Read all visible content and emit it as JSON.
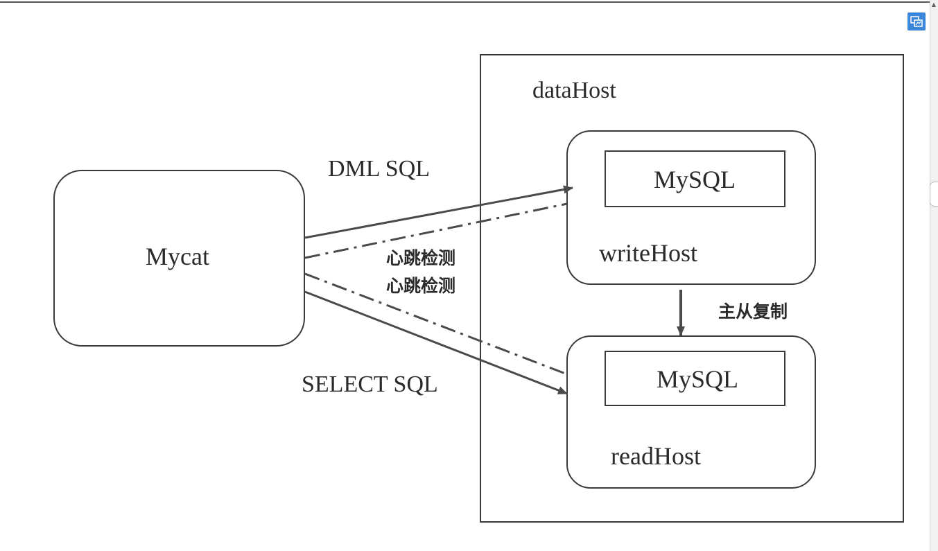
{
  "diagram": {
    "nodes": {
      "mycat": {
        "label": "Mycat"
      },
      "datahost": {
        "label": "dataHost"
      },
      "writehost": {
        "label": "writeHost",
        "db_label": "MySQL"
      },
      "readhost": {
        "label": "readHost",
        "db_label": "MySQL"
      }
    },
    "edges": {
      "dml": {
        "label": "DML SQL"
      },
      "select": {
        "label": "SELECT SQL"
      },
      "heartbeat_write": {
        "label": "心跳检测"
      },
      "heartbeat_read": {
        "label": "心跳检测"
      },
      "replication": {
        "label": "主从复制"
      }
    }
  },
  "toolbar": {
    "icon": "image-view-icon"
  },
  "colors": {
    "line": "#4a4a4a",
    "accent": "#3b86d9"
  }
}
